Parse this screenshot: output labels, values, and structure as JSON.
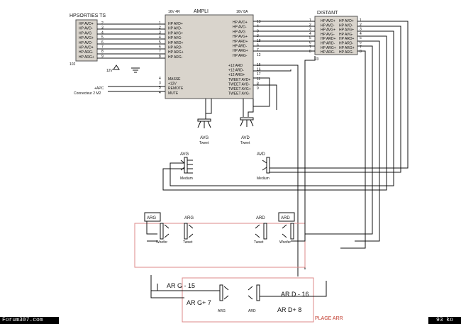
{
  "hp_sorties": {
    "title": "HPSORTIES TS",
    "pins": [
      "HP AVD+",
      "HP AVD-",
      "HP AVG",
      "HP AVG+",
      "HP AVD-",
      "HP AVD+",
      "HP ARG-",
      "HP ARG+"
    ],
    "pin_numbers": [
      "2",
      "3",
      "4",
      "5",
      "6",
      "7",
      "8",
      "9"
    ],
    "ref": "102"
  },
  "amplifier": {
    "title": "AMPLI",
    "left_header": "16V 4R",
    "right_header": "16V 8A",
    "left_pins": [
      "HP AVD+",
      "HP AVD-",
      "HP AVG+",
      "HP AVG-",
      "HP ARD+",
      "HP ARD-",
      "HP ARG+",
      "HP ARG-"
    ],
    "left_numbers": [
      "1",
      "2",
      "3",
      "4",
      "5",
      "6",
      "7",
      "8"
    ],
    "right_pins": [
      "HP AVD+",
      "HP AVD-",
      "HP AVG",
      "HP AVG+",
      "HP ARD+",
      "HP ARD-",
      "HP ARG+",
      "HP ARG-"
    ],
    "right_numbers": [
      "13",
      "4",
      "9",
      "3",
      "18",
      "6",
      "7",
      "12"
    ],
    "lower_right_pins": [
      "+12 ARD",
      "+12 ARD-",
      "+12 ARG+",
      "TWEET AVD+",
      "TWEET AVD-",
      "TWEET AVG+",
      "TWEET AVG-"
    ],
    "lower_right_numbers": [
      "15",
      "16",
      "17",
      "11",
      "8",
      "9"
    ],
    "lower_left_pins": [
      "MASSE",
      "+12V",
      "REMOTE",
      "MUTE"
    ],
    "lower_left_numbers": [
      "4",
      "3",
      "5",
      "4"
    ]
  },
  "distant": {
    "title": "DISTANT",
    "pins": [
      "HP AVD+",
      "HP AVD-",
      "HP AVG+",
      "HP AVG-",
      "HP ARD+",
      "HP ARD-",
      "HP ARG+",
      "HP ARG-"
    ],
    "pin_numbers_left": [
      "1",
      "2",
      "3",
      "4",
      "5",
      "6",
      "7",
      "8"
    ],
    "pin_numbers_right": [
      "1",
      "2",
      "3",
      "4",
      "5",
      "6",
      "7",
      "8"
    ],
    "ref": "J3"
  },
  "power": {
    "vcc": "12V",
    "apc": "+APC",
    "connector": "Connecteur 2 M2"
  },
  "speakers": {
    "tweeter_avg": {
      "label": "AVG",
      "sub": "Tweet"
    },
    "tweeter_avd": {
      "label": "AVD",
      "sub": "Tweet"
    },
    "medium_avg": {
      "label": "AVG",
      "sub": "Medium"
    },
    "medium_avd": {
      "label": "AVD",
      "sub": "Medium"
    },
    "arg_woofer": {
      "label": "ARG",
      "sub": "Woofer"
    },
    "arg_tweet": {
      "label": "ARG",
      "sub": "Tweet"
    },
    "ard_tweet": {
      "label": "ARD",
      "sub": "Tweet"
    },
    "ard_woofer": {
      "label": "ARD",
      "sub": "Woofer"
    },
    "plage_arg": {
      "label": "ARG"
    },
    "plage_ard": {
      "label": "ARD"
    }
  },
  "plage": {
    "title": "PLAGE ARR",
    "arg_minus": "AR G - 15",
    "arg_plus": "AR G+ 7",
    "ard_minus": "AR D - 16",
    "ard_plus": "AR D+ 8"
  },
  "footer": {
    "site": "Forum307.com",
    "size": "93 ko"
  }
}
